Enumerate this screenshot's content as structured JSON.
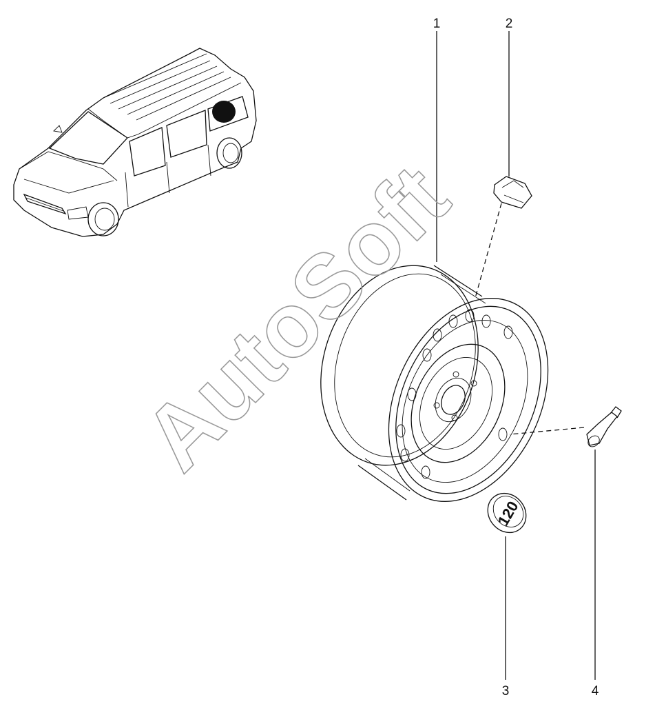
{
  "watermark": "AutoSoft",
  "callouts": [
    {
      "label": "1"
    },
    {
      "label": "2"
    },
    {
      "label": "3"
    },
    {
      "label": "4"
    }
  ],
  "cap_marking": "120"
}
